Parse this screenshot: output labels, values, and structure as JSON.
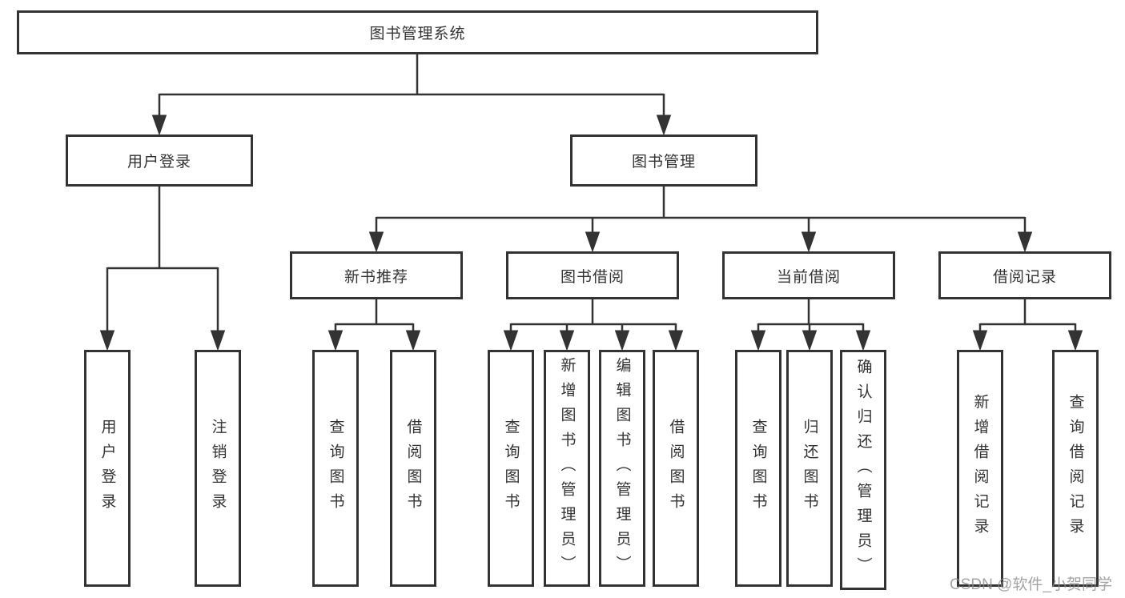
{
  "diagram": {
    "root": {
      "label": "图书管理系统"
    },
    "level2": {
      "user_login": {
        "label": "用户登录"
      },
      "book_management": {
        "label": "图书管理"
      }
    },
    "level3": {
      "new_book_recommend": {
        "label": "新书推荐"
      },
      "book_borrow": {
        "label": "图书借阅"
      },
      "current_borrow": {
        "label": "当前借阅"
      },
      "borrow_records": {
        "label": "借阅记录"
      }
    },
    "leaves": {
      "user_login": [
        "用户登录",
        "注销登录"
      ],
      "new_book_recommend": [
        "查询图书",
        "借阅图书"
      ],
      "book_borrow": [
        "查询图书",
        "新增图书（管理员）",
        "编辑图书（管理员）",
        "借阅图书"
      ],
      "current_borrow": [
        "查询图书",
        "归还图书",
        "确认归还（管理员）"
      ],
      "borrow_records": [
        "新增借阅记录",
        "查询借阅记录"
      ]
    },
    "colors": {
      "line": "#333333",
      "box_border": "#333333",
      "box_fill": "#ffffff",
      "text": "#333333",
      "watermark": "#8c8c8c"
    }
  },
  "watermark": {
    "text": "CSDN @软件_小贺同学"
  }
}
